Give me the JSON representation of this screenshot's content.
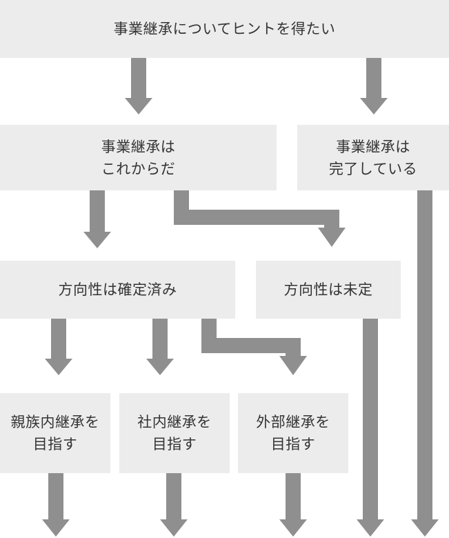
{
  "colors": {
    "box_fill": "#ececec",
    "arrow": "#8f8f8f",
    "text": "#333333"
  },
  "nodes": {
    "hint": "事業継承についてヒントを得たい",
    "starting": "事業継承は\nこれからだ",
    "completed": "事業継承は\n完了している",
    "direction_fixed": "方向性は確定済み",
    "direction_undecided": "方向性は未定",
    "family": "親族内継承を\n目指す",
    "internal": "社内継承を\n目指す",
    "external": "外部継承を\n目指す"
  }
}
